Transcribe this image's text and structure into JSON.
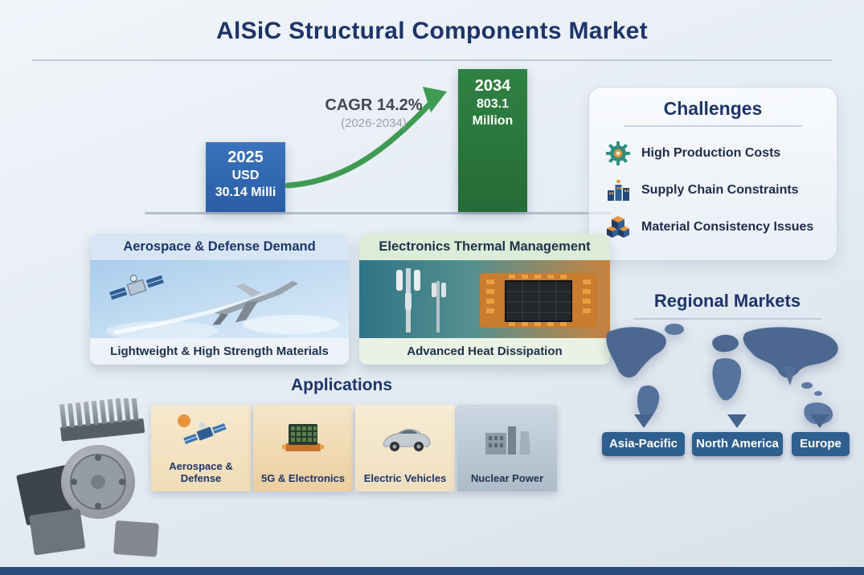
{
  "title": "AlSiC Structural Components Market",
  "chart": {
    "bar_2025": {
      "year": "2025",
      "currency": "USD",
      "value": "30.14 Milli"
    },
    "bar_2034": {
      "year": "2034",
      "value": "803.1",
      "unit": "Million"
    },
    "cagr_label": "CAGR 14.2%",
    "cagr_period": "(2026-2034)"
  },
  "chart_data": {
    "type": "bar",
    "categories": [
      "2025",
      "2034"
    ],
    "values": [
      30.14,
      803.1
    ],
    "ylabel": "USD Million",
    "title": "AlSiC Structural Components Market",
    "annotation": "CAGR 14.2% (2026-2034)",
    "colors": {
      "bar_2025": "#2f68b0",
      "bar_2034": "#2e7d3f"
    }
  },
  "challenges": {
    "title": "Challenges",
    "items": [
      {
        "label": "High Production Costs",
        "icon": "gear-icon"
      },
      {
        "label": "Supply Chain Constraints",
        "icon": "supply-chain-icon"
      },
      {
        "label": "Material Consistency Issues",
        "icon": "cube-stack-icon"
      }
    ]
  },
  "feature_cards": [
    {
      "title": "Aerospace & Defense Demand",
      "caption": "Lightweight & High Strength Materials",
      "image": "satellite-and-fighter-jet"
    },
    {
      "title": "Electronics Thermal Management",
      "caption": "Advanced Heat Dissipation",
      "image": "telecom-antenna-and-chip"
    }
  ],
  "regional": {
    "title": "Regional Markets",
    "regions": [
      "Asia-Pacific",
      "North America",
      "Europe"
    ]
  },
  "applications": {
    "title": "Applications",
    "items": [
      {
        "label": "Aerospace & Defense",
        "icon": "satellite-icon"
      },
      {
        "label": "5G & Electronics",
        "icon": "chip-heatsink-icon"
      },
      {
        "label": "Electric Vehicles",
        "icon": "car-icon"
      },
      {
        "label": "Nuclear Power",
        "icon": "power-plant-icon"
      }
    ]
  },
  "colors": {
    "navy": "#1d3568",
    "bar_blue": "#2f68b0",
    "bar_green": "#2e7d3f",
    "arrow_green": "#3f9b52",
    "map_blue": "#4c6890",
    "region_button": "#2f5f8e"
  }
}
